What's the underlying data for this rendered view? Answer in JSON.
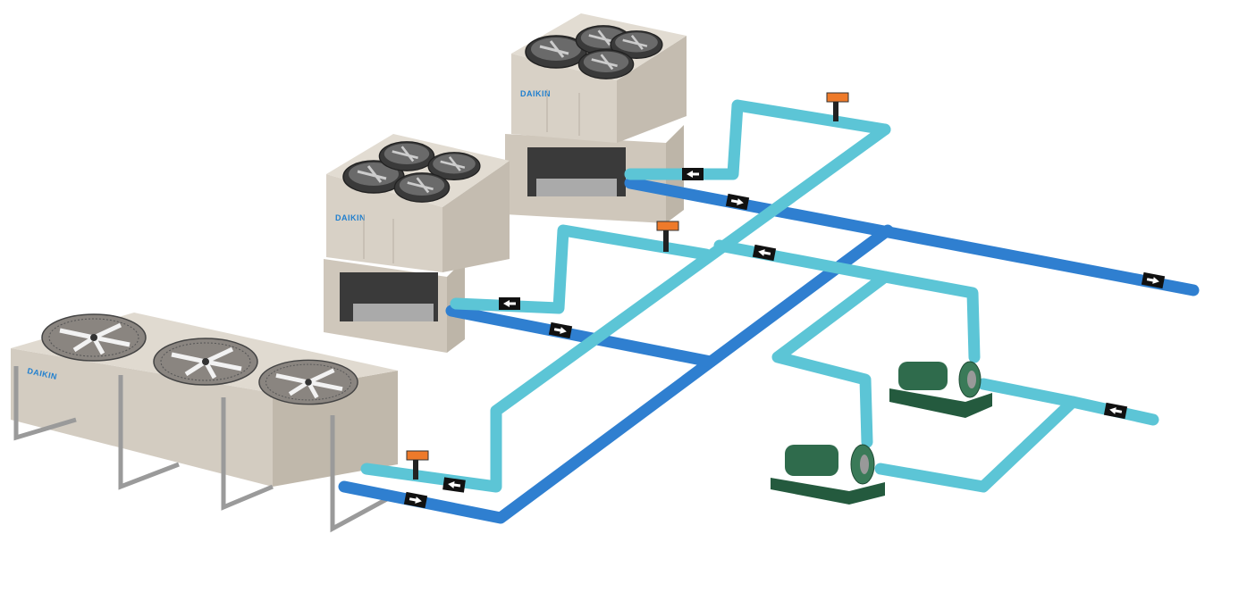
{
  "diagram": {
    "brand_logo": "DAIKIN",
    "colors": {
      "supply_pipe": "#5cc5d6",
      "return_pipe": "#2f7fd0",
      "unit_body": "#d6cfc4",
      "pump": "#2f6b4c",
      "valve": "#ee7a2a"
    },
    "components": [
      "air-cooled-chiller",
      "air-cooled-chiller",
      "remote-condenser",
      "pump",
      "pump",
      "control-valve",
      "control-valve",
      "control-valve"
    ]
  }
}
